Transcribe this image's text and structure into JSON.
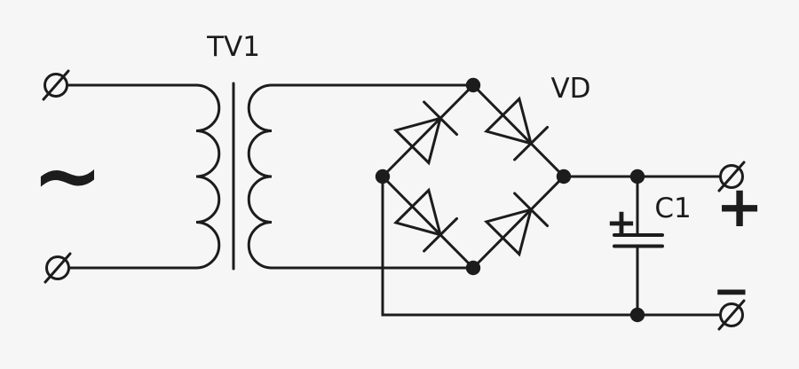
{
  "meta": {
    "description": "Bridge rectifier power supply schematic: AC input, transformer, diode bridge, smoothing capacitor, DC output"
  },
  "colors": {
    "background": "#f6f6f6",
    "line": "#1c1c1c"
  },
  "labels": {
    "transformer": "TV1",
    "diode_bridge": "VD",
    "capacitor": "C1"
  },
  "symbols": {
    "ac_input": "~",
    "capacitor_polarity": "+",
    "output_positive": "+",
    "output_negative": "−"
  },
  "components": {
    "terminals": [
      {
        "name": "input-terminal-top",
        "kind": "ac-input"
      },
      {
        "name": "input-terminal-bottom",
        "kind": "ac-input"
      },
      {
        "name": "output-terminal-positive",
        "kind": "dc-output",
        "sign": "+"
      },
      {
        "name": "output-terminal-negative",
        "kind": "dc-output",
        "sign": "−"
      }
    ],
    "transformer": {
      "label": "TV1",
      "windings": 2,
      "bumps_per_winding": 4
    },
    "bridge": {
      "label": "VD",
      "diode_count": 4
    },
    "capacitor": {
      "label": "C1",
      "polarized": true
    }
  }
}
